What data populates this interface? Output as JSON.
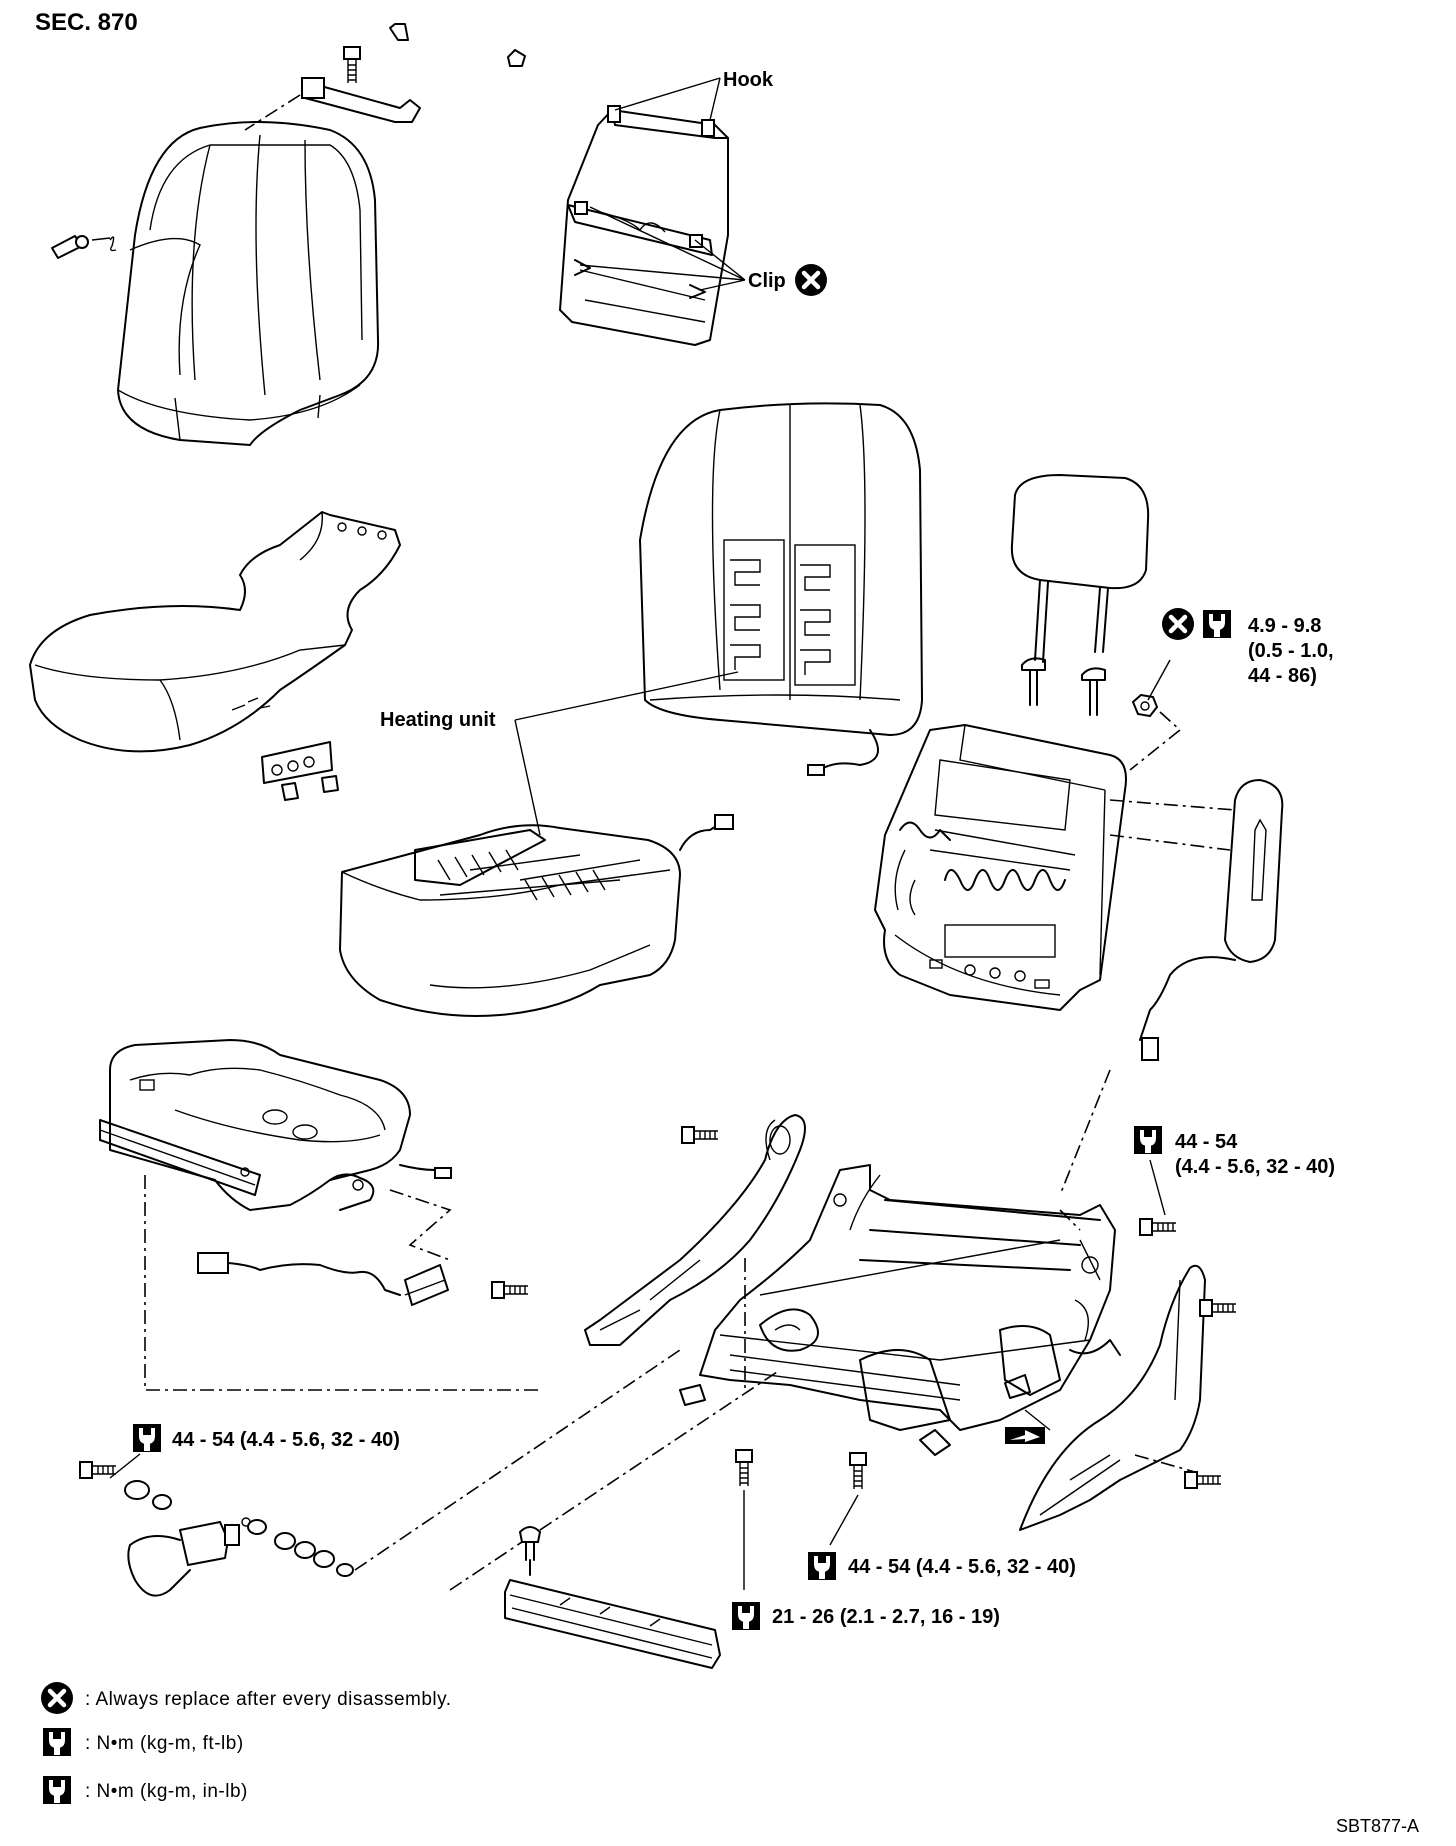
{
  "section_label": "SEC. 870",
  "figure_code": "SBT877-A",
  "labels": {
    "hook": "Hook",
    "clip": "Clip",
    "heating_unit": "Heating unit"
  },
  "torque_specs": {
    "headrest_nut": [
      "4.9 - 9.8",
      "(0.5 - 1.0,",
      "44 - 86)"
    ],
    "frame_bolt_right": [
      "44 - 54",
      "(4.4 - 5.6, 32 - 40)"
    ],
    "belt_buckle_bolt": "44 - 54 (4.4 - 5.6, 32 - 40)",
    "slide_bolt": "44 - 54 (4.4 - 5.6, 32 - 40)",
    "rail_bolt": "21 - 26 (2.1 - 2.7, 16 - 19)"
  },
  "legend": [
    {
      "icon": "replace-icon",
      "text": ": Always replace after every disassembly."
    },
    {
      "icon": "torque-ftlb-icon",
      "text": ": N•m (kg-m, ft-lb)"
    },
    {
      "icon": "torque-inlb-icon",
      "text": ": N•m (kg-m, in-lb)"
    }
  ]
}
